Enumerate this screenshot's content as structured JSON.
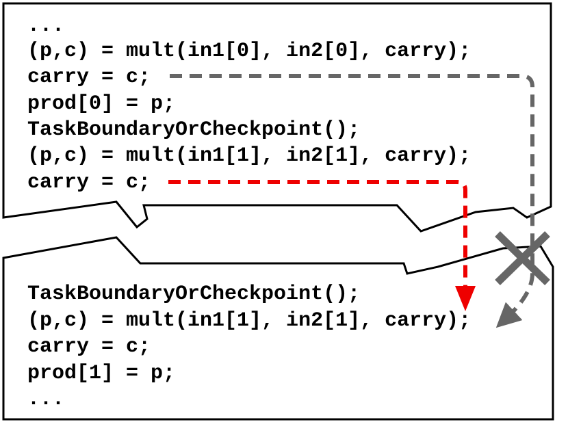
{
  "top_panel": {
    "lines": [
      "...",
      "(p,c) = mult(in1[0], in2[0], carry);",
      "carry = c;",
      "prod[0] = p;",
      "TaskBoundaryOrCheckpoint();",
      "(p,c) = mult(in1[1], in2[1], carry);",
      "carry = c;"
    ]
  },
  "bottom_panel": {
    "lines": [
      "TaskBoundaryOrCheckpoint();",
      "(p,c) = mult(in1[1], in2[1], carry);",
      "carry = c;",
      "prod[1] = p;",
      "..."
    ]
  },
  "colors": {
    "invalid_dependency": "#666666",
    "valid_dependency": "#ee0000",
    "stroke": "#000000"
  },
  "icons": {
    "cross": "x-mark-icon"
  }
}
